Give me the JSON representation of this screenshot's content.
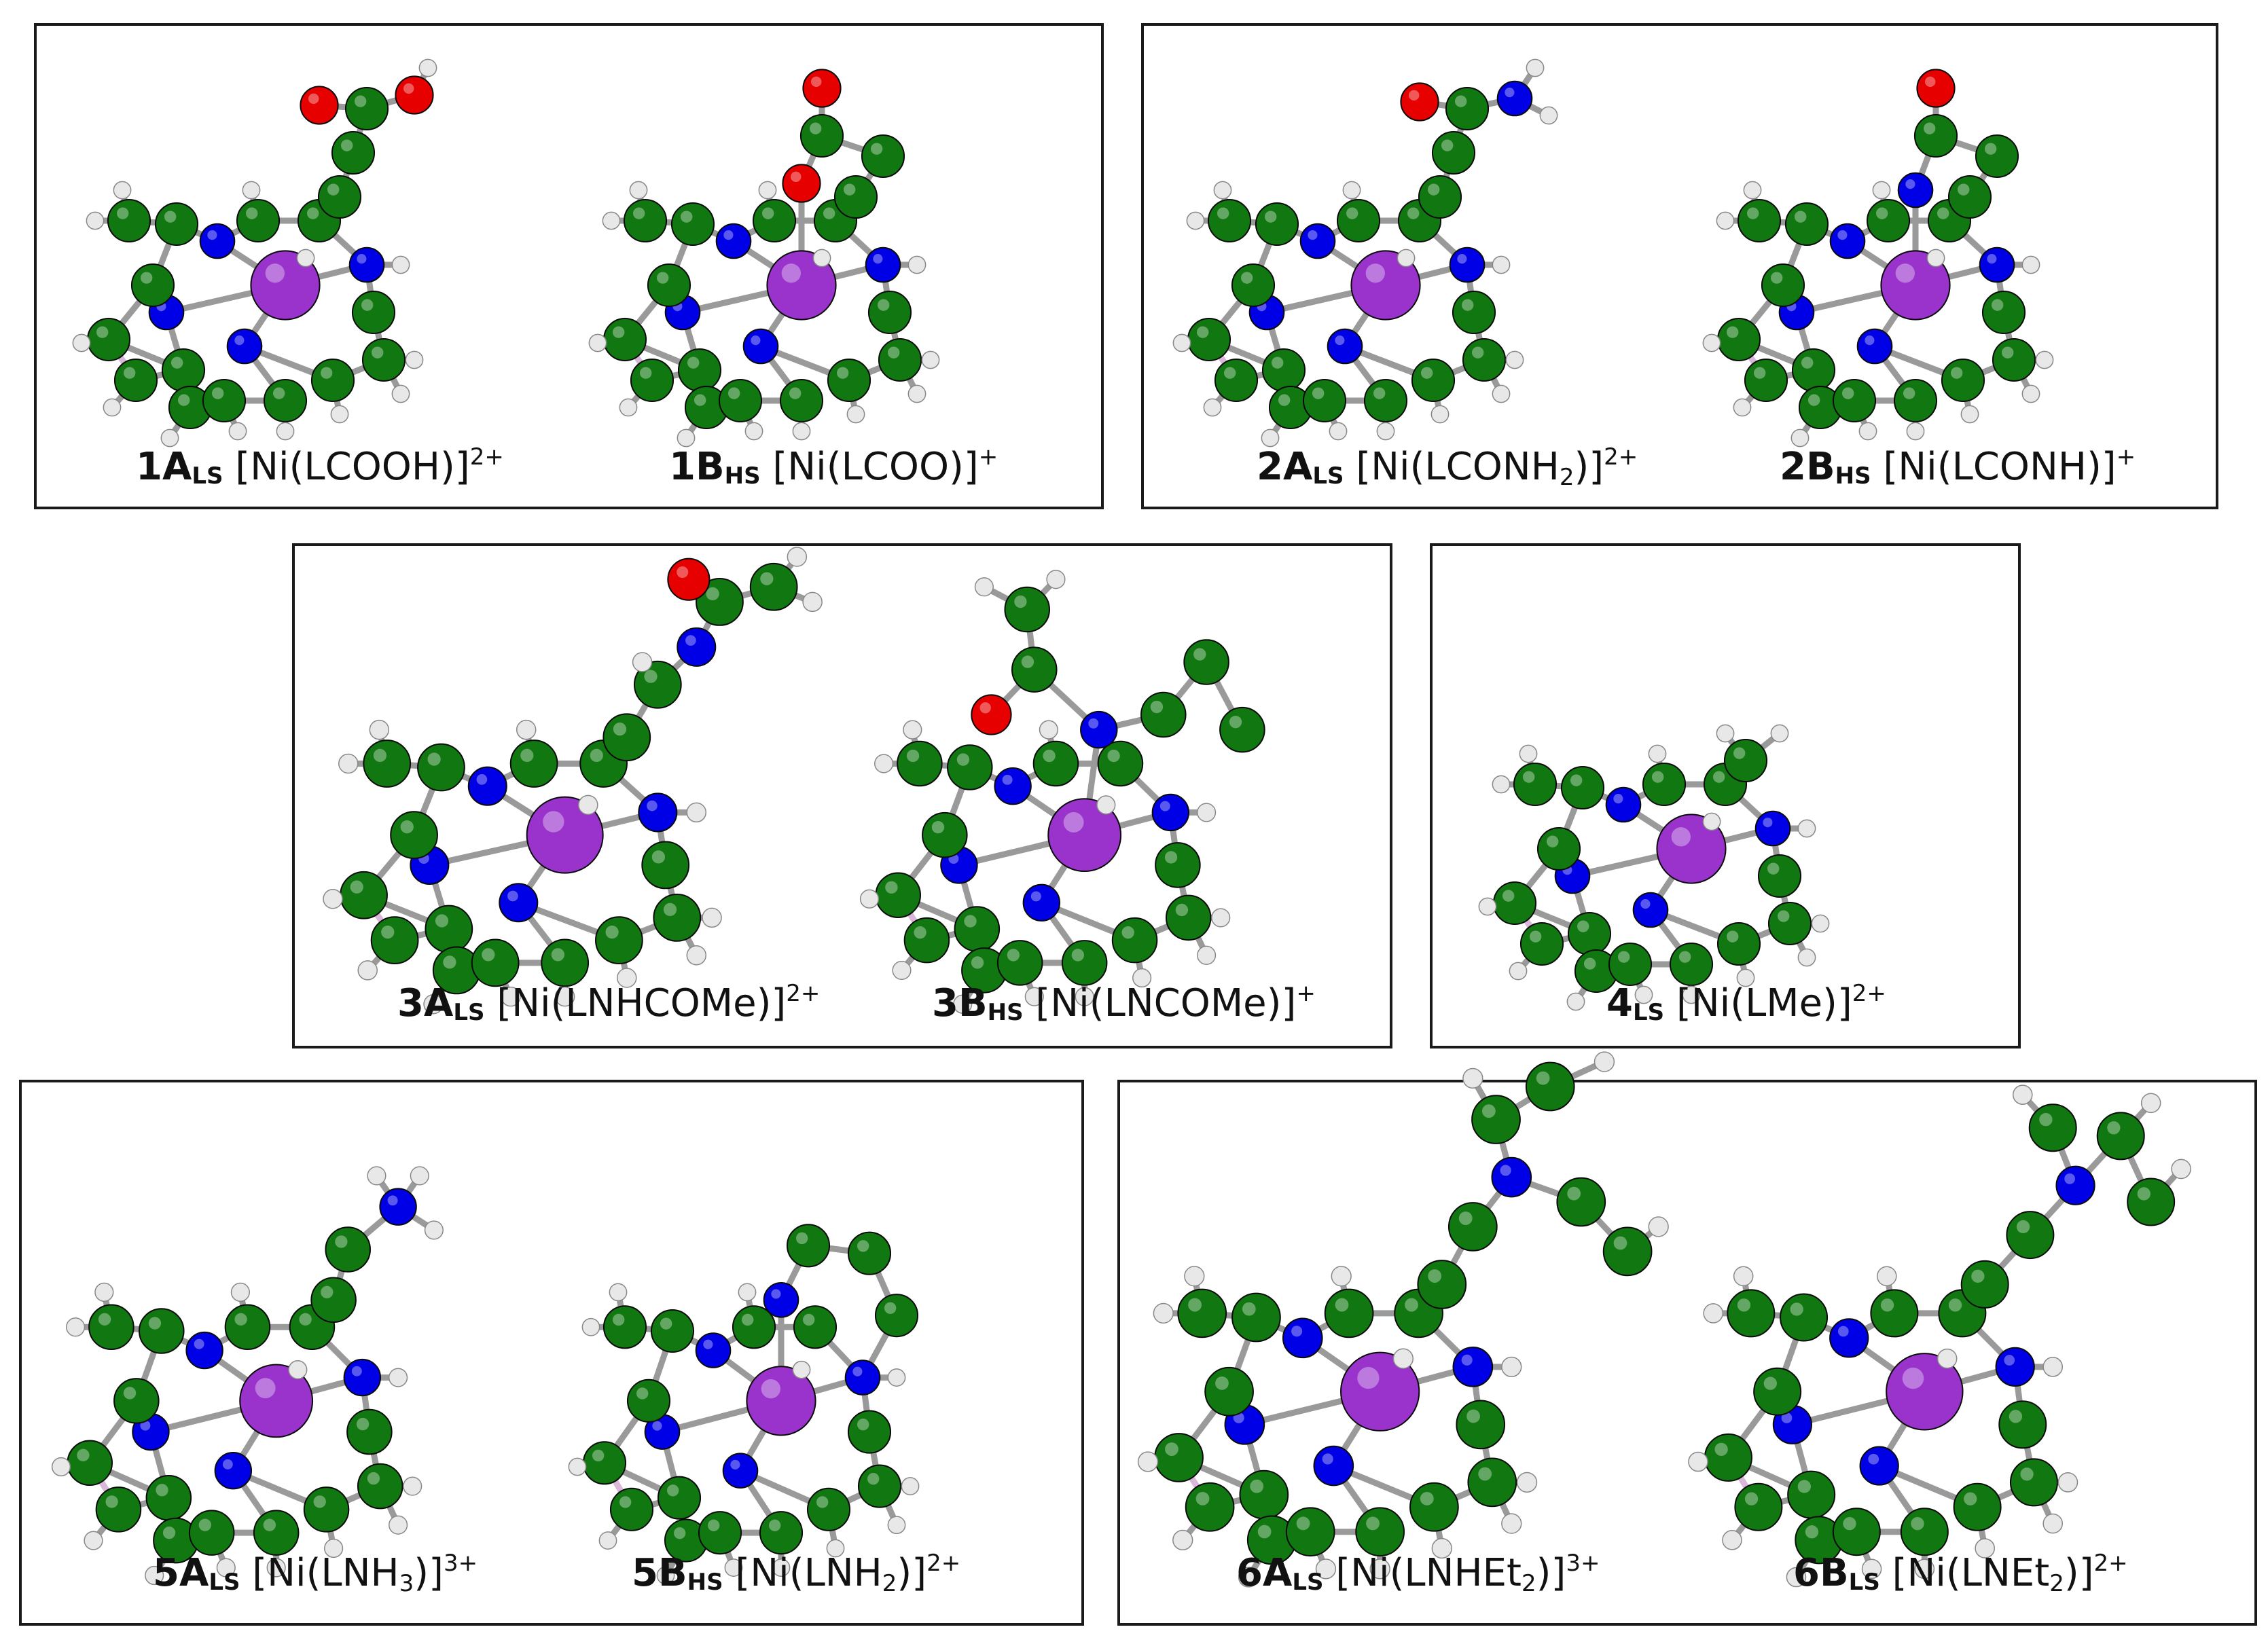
{
  "panels": [
    {
      "id": "p1",
      "labels": [
        {
          "id": "1A",
          "num": "1A",
          "state": "LS",
          "formula": "[Ni(LCOOH)]",
          "charge": "2+"
        },
        {
          "id": "1B",
          "num": "1B",
          "state": "HS",
          "formula": "[Ni(LCOO)]",
          "charge": "+"
        }
      ]
    },
    {
      "id": "p2",
      "labels": [
        {
          "id": "2A",
          "num": "2A",
          "state": "LS",
          "formula_pre": "[Ni(LCONH",
          "formula_sub": "2",
          "formula_post": ")]",
          "charge": "2+"
        },
        {
          "id": "2B",
          "num": "2B",
          "state": "HS",
          "formula": "[Ni(LCONH)]",
          "charge": "+"
        }
      ]
    },
    {
      "id": "p3",
      "labels": [
        {
          "id": "3A",
          "num": "3A",
          "state": "LS",
          "formula": "[Ni(LNHCOMe)]",
          "charge": "2+"
        },
        {
          "id": "3B",
          "num": "3B",
          "state": "HS",
          "formula": "[Ni(LNCOMe)]",
          "charge": "+"
        }
      ]
    },
    {
      "id": "p4",
      "labels": [
        {
          "id": "4",
          "num": "4",
          "state": "LS",
          "formula": "[Ni(LMe)]",
          "charge": "2+"
        }
      ]
    },
    {
      "id": "p5",
      "labels": [
        {
          "id": "5A",
          "num": "5A",
          "state": "LS",
          "formula_pre": "[Ni(LNH",
          "formula_sub": "3",
          "formula_post": ")]",
          "charge": "3+"
        },
        {
          "id": "5B",
          "num": "5B",
          "state": "HS",
          "formula_pre": "[Ni(LNH",
          "formula_sub": "2",
          "formula_post": ")]",
          "charge": "2+"
        }
      ]
    },
    {
      "id": "p6",
      "labels": [
        {
          "id": "6A",
          "num": "6A",
          "state": "LS",
          "formula_pre": "[Ni(LNHEt",
          "formula_sub": "2",
          "formula_post": ")]",
          "charge": "3+"
        },
        {
          "id": "6B",
          "num": "6B",
          "state": "LS",
          "formula_pre": "[Ni(LNEt",
          "formula_sub": "2",
          "formula_post": ")]",
          "charge": "2+"
        }
      ]
    }
  ],
  "atom_colors": {
    "Ni": "#9933cc",
    "N": "#0000e6",
    "C": "#117711",
    "O": "#e60000",
    "H": "#e8e8e8"
  }
}
